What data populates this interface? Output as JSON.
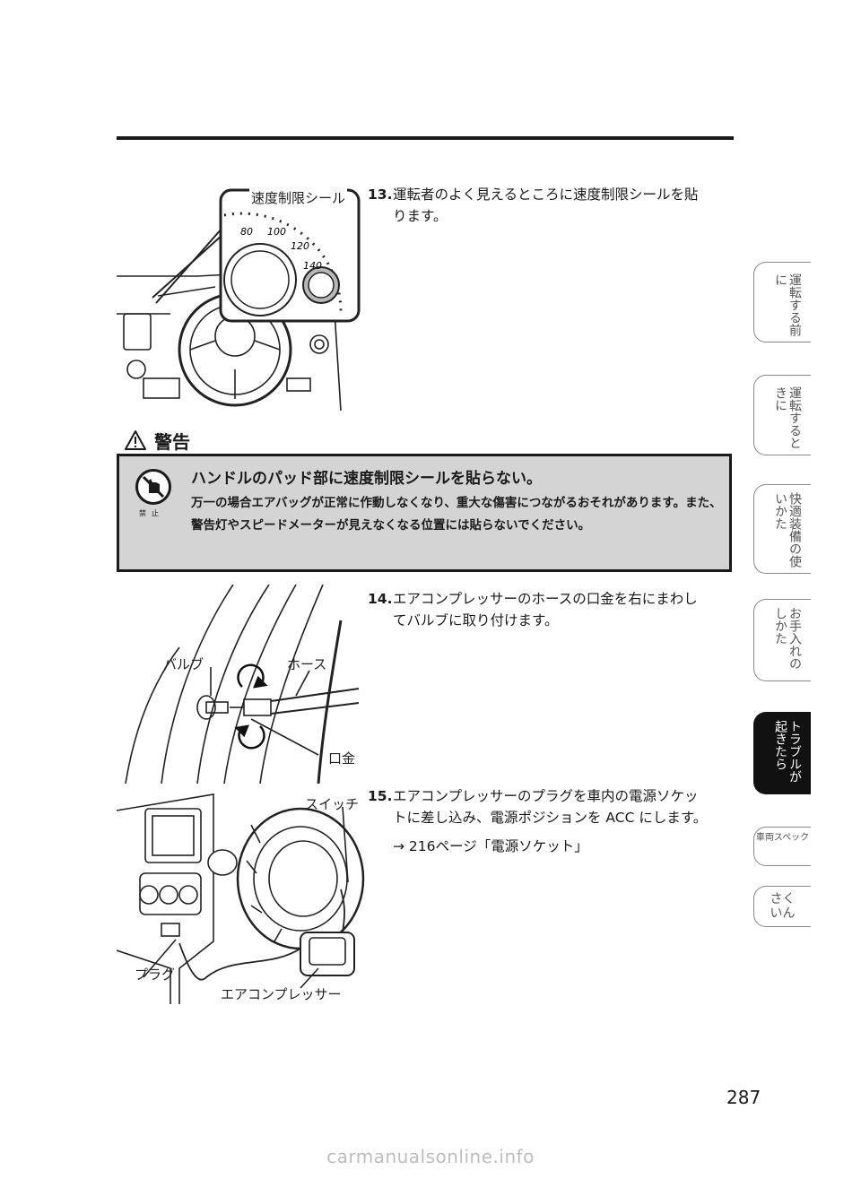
{
  "steps": [
    {
      "num": "13.",
      "line1": "運転者のよく見えるところに速度制限シールを貼",
      "line2": "ります。"
    },
    {
      "num": "14.",
      "line1": "エアコンプレッサーのホースの口金を右にまわし",
      "line2": "てバルブに取り付けます。"
    },
    {
      "num": "15.",
      "line1": "エアコンプレッサーのプラグを車内の電源ソケッ",
      "line2": "トに差し込み、電源ポジションを ACC にします。",
      "ref": "→ 216ページ「電源ソケット」"
    }
  ],
  "figure1": {
    "callout": "速度制限シール",
    "speeds": [
      "80",
      "100",
      "120",
      "140"
    ]
  },
  "figure2": {
    "valve": "バルブ",
    "hose": "ホース",
    "nozzle": "口金"
  },
  "figure3": {
    "switch": "スイッチ",
    "plug": "プラグ",
    "compressor": "エアコンプレッサー"
  },
  "warning": {
    "heading": "警告",
    "title": "ハンドルのパッド部に速度制限シールを貼らない。",
    "body": "万一の場合エアバッグが正常に作動しなくなり、重大な傷害につながるおそれがあります。また、警告灯やスピードメーターが見えなくなる位置には貼らないでください。",
    "icon_label": "禁止"
  },
  "tabs": [
    {
      "label": "運転する前に"
    },
    {
      "label": "運転するときに"
    },
    {
      "label": "快適装備の使いかた"
    },
    {
      "label": "お手入れのしかた"
    },
    {
      "label": "トラブルが起きたら"
    },
    {
      "label": "車両スペック"
    },
    {
      "label": "さくいん"
    }
  ],
  "page_number": "287",
  "watermark": "carmanualsonline.info"
}
